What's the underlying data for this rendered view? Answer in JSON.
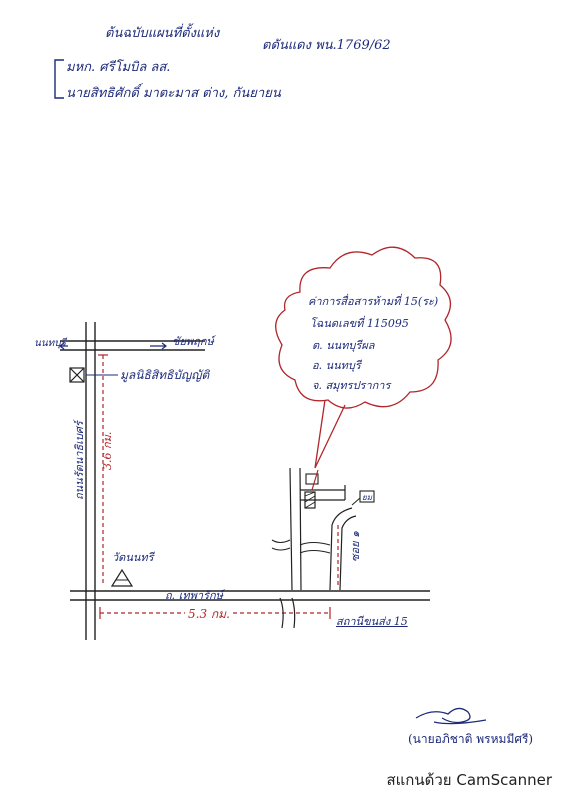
{
  "header": {
    "line1_left": "ต้นฉบับแผนที่ตั้งแห่ง",
    "line1_right": "ตดันแดง พน.1769/62",
    "line2": "มหก. ศรีโมบิล ลส.",
    "line3": "นายสิทธิศักดิ์ มาตะมาส ต่าง, กันยายน"
  },
  "map": {
    "road_top_left": "นนทบุรี",
    "road_top_right": "ชัยพฤกษ์",
    "landmark_mark": "มูลนิธิสิทธิบัญญัติ",
    "vertical_road": "ถนนรัตนาธิเบศร์",
    "vertical_distance": "3.6 กม.",
    "temple": "วัดนนทรี",
    "main_road": "ถ. เทพารักษ์",
    "horizontal_distance": "5.3 กม.",
    "soi": "ซอย ๑",
    "small_box": "ยม",
    "intersection_label": "สถานีขนส่ง 15"
  },
  "cloud_note": {
    "line1": "ค่าการสื่อสารห้ามที่ 15(ระ)",
    "line2": "โฉนดเลขที่ 115095",
    "line3": "ต. นนทบุรีผล",
    "line4": "อ. นนทบุรี",
    "line5": "จ. สมุทรปราการ"
  },
  "signature": {
    "name": "(นายอภิชาติ พรหมมีศรี)"
  },
  "watermark": {
    "text": "สแกนด้วย CamScanner"
  },
  "colors": {
    "ink_blue": "#1d2a7a",
    "ink_red": "#b1262a",
    "ink_black": "#222222"
  }
}
